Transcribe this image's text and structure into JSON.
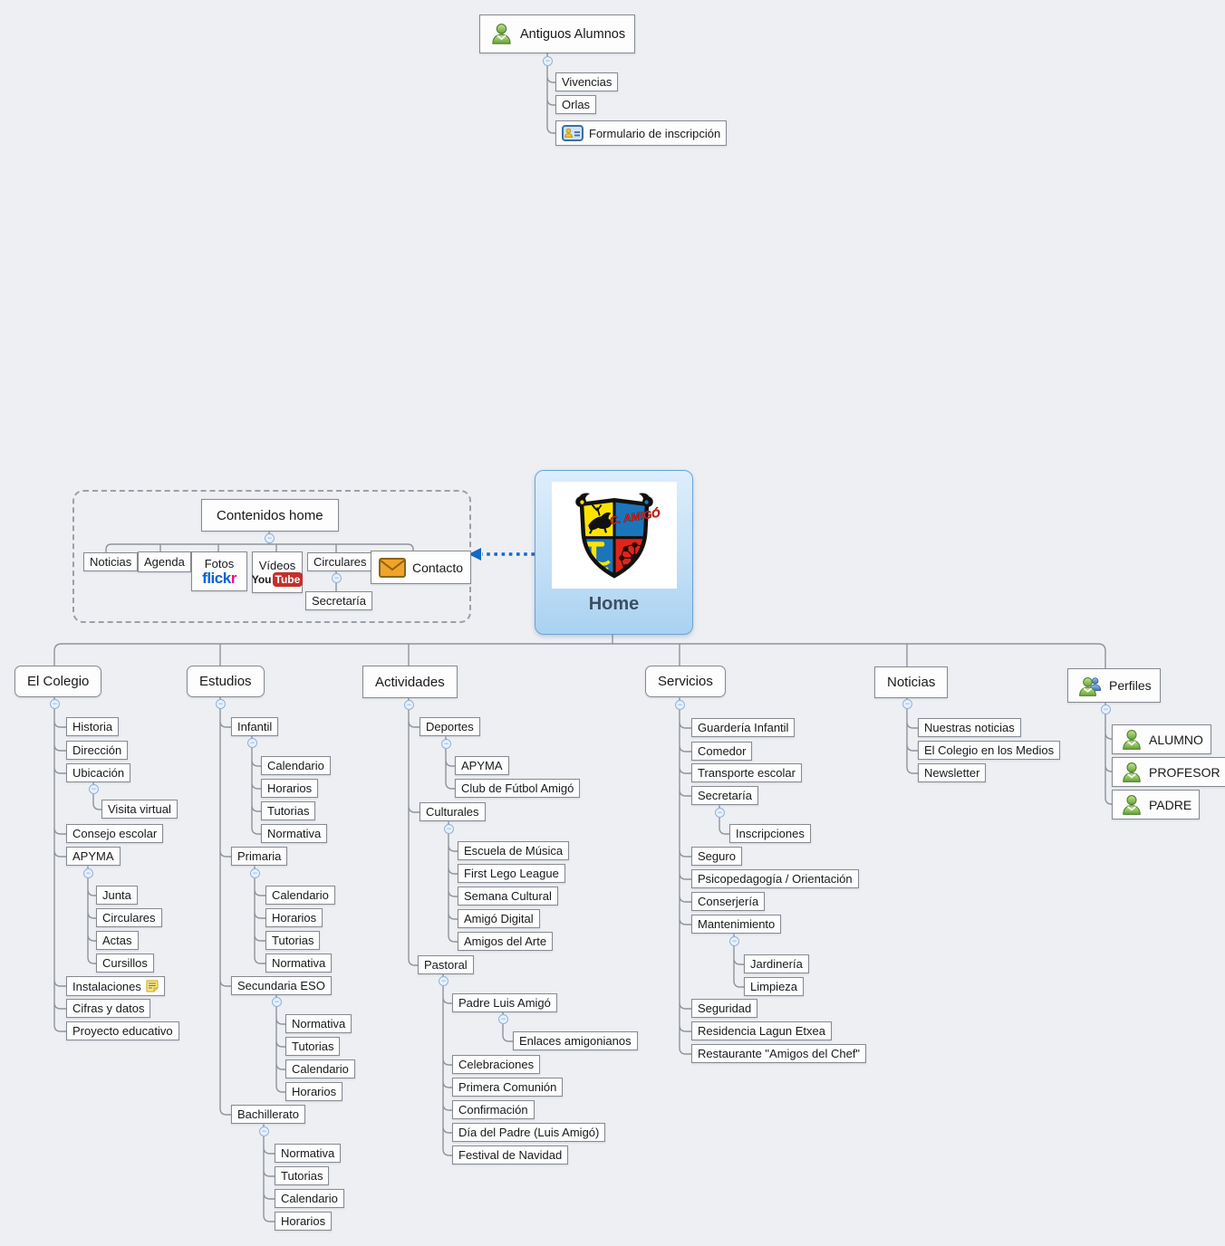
{
  "floating": {
    "label": "Antiguos Alumnos",
    "vivencias": "Vivencias",
    "orlas": "Orlas",
    "formulario": "Formulario de inscripción"
  },
  "home": {
    "label": "Home",
    "crest_text": "C. AMIGÓ"
  },
  "contenidos": {
    "label": "Contenidos home",
    "noticias": "Noticias",
    "agenda": "Agenda",
    "fotos": "Fotos",
    "videos": "Vídeos",
    "circulares": "Circulares",
    "secretaria": "Secretaría",
    "contacto": "Contacto",
    "flickr_a": "flick",
    "flickr_b": "r",
    "yt_a": "You",
    "yt_b": "Tube"
  },
  "el_colegio": {
    "label": "El Colegio",
    "historia": "Historia",
    "direccion": "Dirección",
    "ubicacion": "Ubicación",
    "visita_virtual": "Visita virtual",
    "consejo": "Consejo escolar",
    "apyma": "APYMA",
    "junta": "Junta",
    "circulares": "Circulares",
    "actas": "Actas",
    "cursillos": "Cursillos",
    "instalaciones": "Instalaciones",
    "cifras": "Cifras y datos",
    "proyecto": "Proyecto educativo"
  },
  "estudios": {
    "label": "Estudios",
    "infantil": "Infantil",
    "primaria": "Primaria",
    "secundaria": "Secundaria ESO",
    "bachillerato": "Bachillerato",
    "calendario": "Calendario",
    "horarios": "Horarios",
    "tutorias": "Tutorias",
    "normativa": "Normativa"
  },
  "actividades": {
    "label": "Actividades",
    "deportes": "Deportes",
    "apyma": "APYMA",
    "club_futbol": "Club de Fútbol Amigó",
    "culturales": "Culturales",
    "escuela_musica": "Escuela de Música",
    "first_lego": "First Lego League",
    "semana_cultural": "Semana Cultural",
    "amigo_digital": "Amigó Digital",
    "amigos_arte": "Amigos del Arte",
    "pastoral": "Pastoral",
    "padre_luis": "Padre Luis Amigó",
    "enlaces": "Enlaces amigonianos",
    "celebraciones": "Celebraciones",
    "primera_comunion": "Primera Comunión",
    "confirmacion": "Confirmación",
    "dia_padre": "Día del Padre (Luis Amigó)",
    "festival": "Festival de Navidad"
  },
  "servicios": {
    "label": "Servicios",
    "guarderia": "Guardería Infantil",
    "comedor": "Comedor",
    "transporte": "Transporte escolar",
    "secretaria": "Secretaría",
    "inscripciones": "Inscripciones",
    "seguro": "Seguro",
    "psico": "Psicopedagogía / Orientación",
    "conserjeria": "Conserjería",
    "mantenimiento": "Mantenimiento",
    "jardineria": "Jardinería",
    "limpieza": "Limpieza",
    "seguridad": "Seguridad",
    "residencia": "Residencia Lagun Etxea",
    "restaurante": "Restaurante \"Amigos del Chef\""
  },
  "noticias": {
    "label": "Noticias",
    "nuestras": "Nuestras noticias",
    "medios": "El Colegio en los Medios",
    "newsletter": "Newsletter"
  },
  "perfiles": {
    "label": "Perfiles",
    "alumno": "ALUMNO",
    "profesor": "PROFESOR",
    "padre": "PADRE"
  },
  "colors": {
    "background": "#edeff3",
    "line": "#8f949a",
    "arrow_blue": "#1269c7",
    "flickr_blue": "#0063dc",
    "flickr_pink": "#ff0084",
    "youtube_red": "#c4302b",
    "home_border": "#6ba3d6"
  }
}
